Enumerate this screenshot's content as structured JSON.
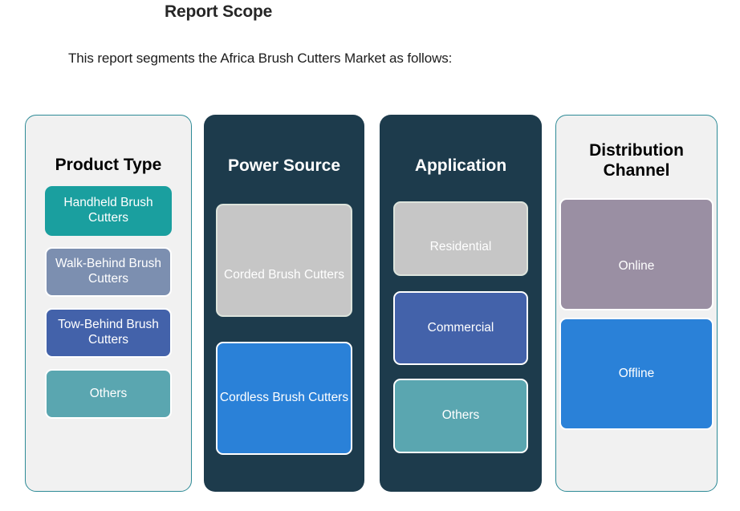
{
  "page": {
    "title": "Report Scope",
    "subtitle": "This report segments the Africa Brush Cutters Market as follows:"
  },
  "colors": {
    "dark_panel": "#1d3b4c",
    "light_panel": "#f1f1f1",
    "panel_border_teal": "#2d8a96",
    "chip_teal": "#1a9f9f",
    "chip_slate": "#7c8fb0",
    "chip_indigo": "#4362aa",
    "chip_soft_teal": "#5aa6b0",
    "chip_gray": "#c6c6c6",
    "chip_blue": "#2a81d8",
    "chip_mauve": "#9a8fa3",
    "chip_border_white": "#ffffff",
    "chip_border_sage": "#dde4dc"
  },
  "columns": [
    {
      "key": "product_type",
      "header": "Product Type",
      "theme": "light",
      "chips": [
        {
          "label": "Handheld Brush Cutters",
          "color": "#1a9f9f",
          "border": "none"
        },
        {
          "label": "Walk-Behind Brush Cutters",
          "color": "#7c8fb0",
          "border": "white"
        },
        {
          "label": "Tow-Behind Brush Cutters",
          "color": "#4362aa",
          "border": "white"
        },
        {
          "label": "Others",
          "color": "#5aa6b0",
          "border": "white"
        }
      ]
    },
    {
      "key": "power_source",
      "header": "Power Source",
      "theme": "dark",
      "chips": [
        {
          "label": "Corded Brush Cutters",
          "color": "#c6c6c6",
          "border": "sage"
        },
        {
          "label": "Cordless Brush Cutters",
          "color": "#2a81d8",
          "border": "white"
        }
      ]
    },
    {
      "key": "application",
      "header": "Application",
      "theme": "dark",
      "chips": [
        {
          "label": "Residential",
          "color": "#c6c6c6",
          "border": "sage"
        },
        {
          "label": "Commercial",
          "color": "#4362aa",
          "border": "white"
        },
        {
          "label": "Others",
          "color": "#5aa6b0",
          "border": "white"
        }
      ]
    },
    {
      "key": "distribution_channel",
      "header": "Distribution Channel",
      "theme": "light",
      "chips": [
        {
          "label": "Online",
          "color": "#9a8fa3",
          "border": "white"
        },
        {
          "label": "Offline",
          "color": "#2a81d8",
          "border": "white"
        }
      ]
    }
  ]
}
